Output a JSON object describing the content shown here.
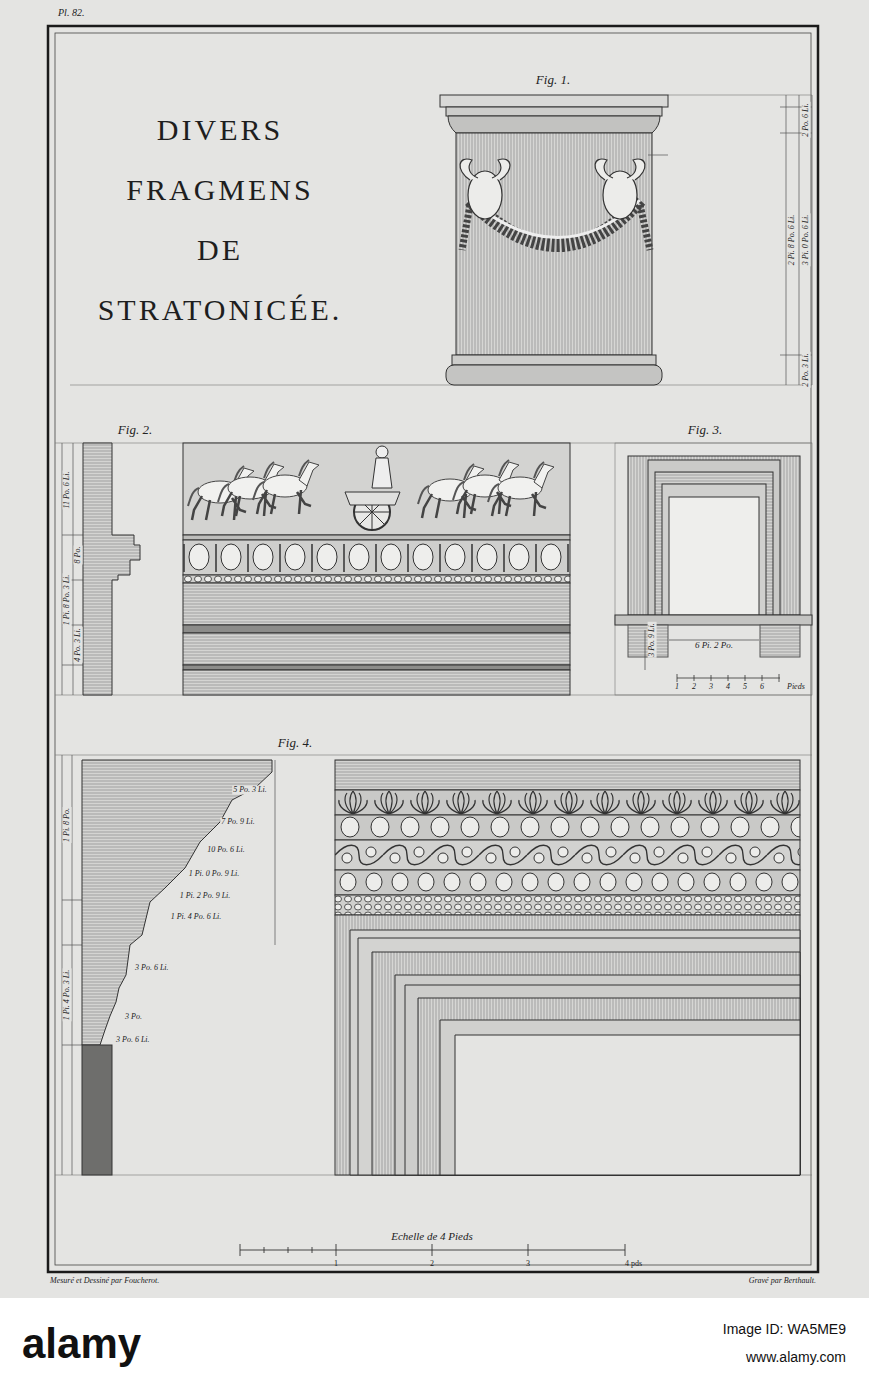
{
  "diagram": {
    "title": "DIVERS FRAGMENS DE STRATONICÉE.",
    "labels": [
      "Pl. 82.",
      "Fig. 1.",
      "Fig. 2.",
      "Fig. 3.",
      "Fig. 4.",
      "2 Po. 6 Li.",
      "2 Pi. 8 Po. 6 Li.",
      "3 Pi. 0 Po. 6 Li.",
      "2 Po. 3 Li.",
      "11 Po. 6 Li.",
      "1 Pi. 8 Po. 3 Li.",
      "8 Po.",
      "4 Po. 3 Li.",
      "6 Pi. 2 Po.",
      "3 Po. 9 Li.",
      "1",
      "2",
      "3",
      "4",
      "5",
      "6",
      "Pieds",
      "5 Po. 3 Li.",
      "7 Po. 9 Li.",
      "10 Po. 6 Li.",
      "1 Pi. 0 Po. 9 Li.",
      "1 Pi. 2 Po. 9 Li.",
      "1 Pi. 4 Po. 6 Li.",
      "1 Pi. 8 Po.",
      "1 Pi. 4 Po. 3 Li.",
      "3 Po. 6 Li.",
      "3 Po.",
      "3 Po. 6 Li.",
      "Echelle de 4 Pieds",
      "1",
      "2",
      "3",
      "4 pds",
      "Mesuré et Dessiné par Foucherot.",
      "Gravé par Berthault.",
      "alamy",
      "Image ID: WA5ME9",
      "www.alamy.com"
    ]
  }
}
